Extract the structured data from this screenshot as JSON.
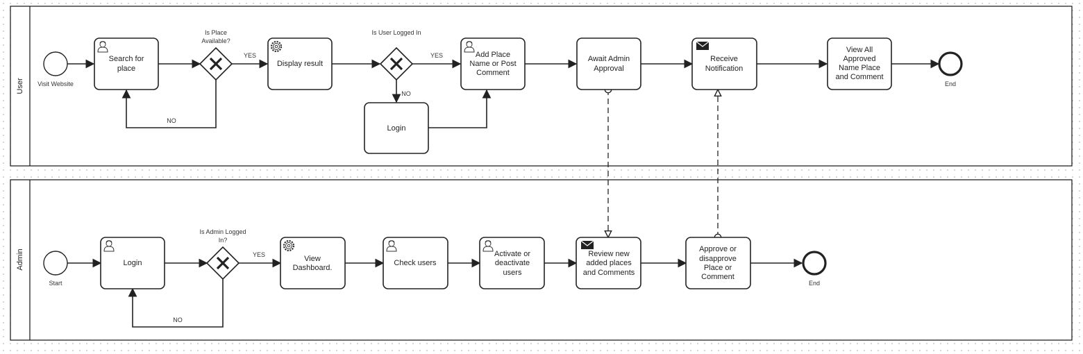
{
  "pools": {
    "user": {
      "label": "User"
    },
    "admin": {
      "label": "Admin"
    }
  },
  "user_lane": {
    "start_event": "Visit Website",
    "search_task": [
      "Search for",
      "place"
    ],
    "gateway_place": [
      "Is Place",
      "Available?"
    ],
    "yes_label": "YES",
    "no_label": "NO",
    "display_task": "Display result",
    "gateway_login": "Is User Logged In",
    "yes_label_2": "YES",
    "no_label_2": "NO",
    "add_task": [
      "Add Place",
      "Name or Post",
      "Comment"
    ],
    "login_task": "Login",
    "await_task": [
      "Await Admin",
      "Approval"
    ],
    "receive_task": [
      "Receive",
      "Notification"
    ],
    "view_task": [
      "View All",
      "Approved",
      "Name Place",
      "and Comment"
    ],
    "end_event": "End"
  },
  "admin_lane": {
    "start_event": "Start",
    "login_task": "Login",
    "gateway_login": [
      "Is Admin Logged",
      "In?"
    ],
    "yes_label": "YES",
    "no_label": "NO",
    "dashboard_task": [
      "View",
      "Dashboard."
    ],
    "check_task": "Check users",
    "activate_task": [
      "Activate or",
      "deactivate",
      "users"
    ],
    "review_task": [
      "Review new",
      "added places",
      "and Comments"
    ],
    "approve_task": [
      "Approve or",
      "disapprove",
      "Place or",
      "Comment"
    ],
    "end_event": "End"
  },
  "colors": {
    "stroke": "#222222",
    "fill": "#ffffff",
    "background": "#ffffff",
    "grid_dot": "#c9c9c9"
  }
}
